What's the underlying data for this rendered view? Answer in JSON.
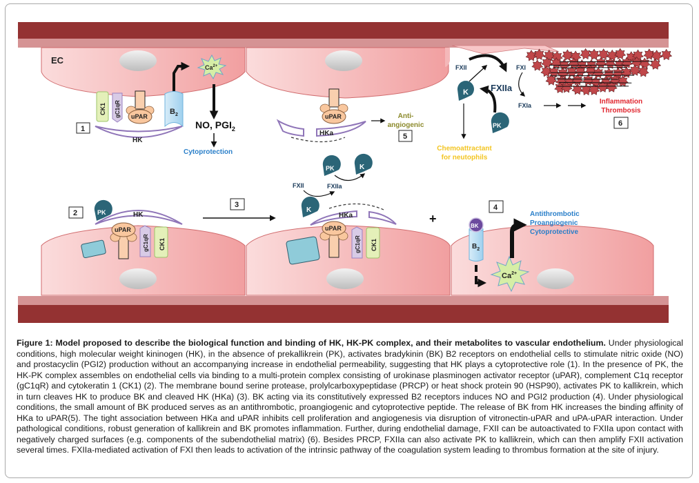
{
  "figure": {
    "labels": {
      "ec": "EC",
      "ca": "Ca",
      "ca_sup": "2+",
      "no_pgi": "NO, PGI",
      "no_pgi_sub": "2",
      "cytoprotection": "Cytoprotection",
      "ck1": "CK1",
      "gc1qr": "gC1qR",
      "upar": "uPAR",
      "b2": "B",
      "b2_sub": "2",
      "hk": "HK",
      "hka": "HKa",
      "pk": "PK",
      "k": "K",
      "bk": "BK",
      "fxii": "FXII",
      "fxiia": "FXIIa",
      "fxi": "FXI",
      "fxia": "FXIa",
      "anti_angiogenic_line1": "Anti-",
      "anti_angiogenic_line2": "angiogenic",
      "chemo_line1": "Chemoattractant",
      "chemo_line2": "for neutophils",
      "inflammation": "Inflammation",
      "thrombosis": "Thrombosis",
      "antithrombotic": "Antithrombotic",
      "proangiogenic": "Proangiogenic",
      "cytoprotective": "Cytoprotective",
      "plus": "+"
    },
    "steps": [
      "1",
      "2",
      "3",
      "4",
      "5",
      "6"
    ],
    "colors": {
      "vessel_dark": "#943232",
      "vessel_light": "#d59394",
      "cell_fill": "#f3b3b4",
      "kinase": "#2b6577",
      "bk": "#6c4a9e",
      "hk_line": "#8f75b8",
      "blue_text": "#2a7fc9",
      "olive_text": "#8c8a2c",
      "yellow_text": "#f3c522",
      "red_text": "#e0262f",
      "thrombus": "#c0474a"
    }
  },
  "caption": {
    "title": "Figure 1: Model proposed to describe the biological function and binding of HK, HK-PK complex, and their metabolites to vascular endothelium.",
    "body": " Under physiological conditions, high molecular weight kininogen (HK), in the absence of prekallikrein (PK), activates bradykinin (BK) B2 receptors on endothelial cells to stimulate nitric oxide (NO) and prostacyclin (PGI2) production without an accompanying increase in endothelial permeability, suggesting that HK plays a cytoprotective role (1). In the presence of PK, the HK-PK complex assembles on endothelial cells via binding to a multi-protein complex consisting of urokinase plasminogen activator receptor (uPAR), complement C1q receptor (gC1qR) and cytokeratin 1 (CK1) (2). The membrane bound serine protease, prolylcarboxypeptidase (PRCP) or heat shock protein 90 (HSP90), activates PK to kallikrein, which in turn cleaves HK to produce BK and cleaved HK (HKa) (3). BK acting via its constitutively expressed B2 receptors induces NO and PGI2 production (4). Under physiological conditions, the small amount of BK produced serves as an antithrombotic, proangiogenic and cytoprotective peptide. The release of BK from HK increases the binding affinity of HKa to uPAR(5). The tight association between HKa and uPAR inhibits cell proliferation and angiogenesis via disruption of vitronectin-uPAR and uPA-uPAR interaction. Under pathological conditions, robust generation of kallikrein and BK promotes inflammation. Further, during endothelial damage, FXII can be autoactivated to FXIIa upon contact with negatively charged surfaces (e.g. components of the subendothelial matrix) (6). Besides PRCP, FXIIa can also activate PK to kallikrein, which can then amplify FXII activation several times. FXIIa-mediated activation of FXI then leads to activation of the intrinsic pathway of the coagulation system leading to thrombus formation at the site of injury."
  }
}
